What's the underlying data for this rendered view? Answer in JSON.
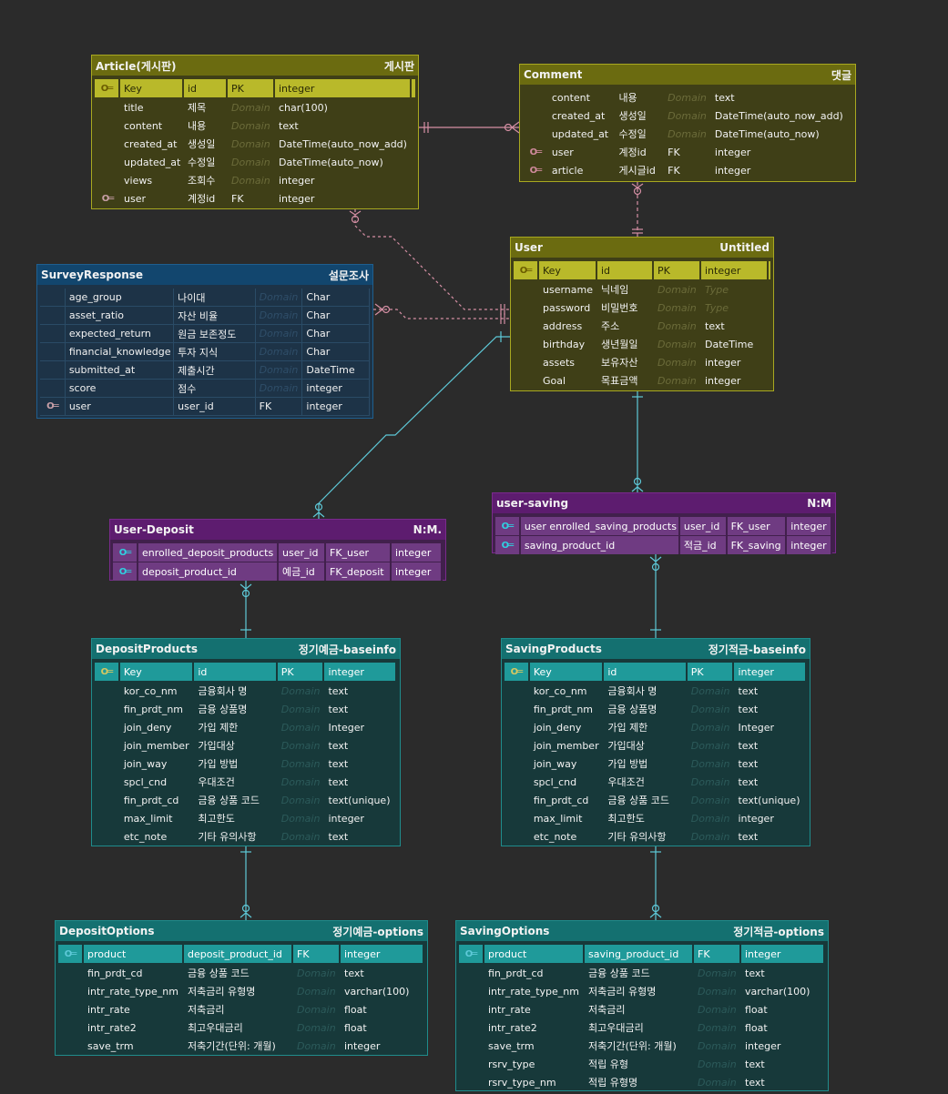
{
  "colors": {
    "olive_head": "#6b6b10",
    "olive_body": "#3f3f17",
    "olive_border": "#a8a820",
    "olive_key": "#b9b92a",
    "blue_head": "#12466e",
    "blue_body": "#1d3347",
    "blue_border": "#1f5f8f",
    "purple_head": "#5d1c6f",
    "purple_body": "#41204c",
    "purple_key": "#6f3b82",
    "purple_border": "#7a2a8c",
    "teal_head": "#147070",
    "teal_body": "#17393a",
    "teal_key": "#1f9a9a",
    "teal_border": "#1f8c8c",
    "link_pink": "#d58fa4",
    "link_cyan": "#5ec9d8"
  },
  "tables": {
    "article": {
      "name": "Article(게시판)",
      "note": "게시판",
      "rows": [
        {
          "icon": "key-icon",
          "key": true,
          "cells": [
            "Key",
            "id",
            "PK",
            "integer"
          ]
        },
        {
          "icon": "",
          "cells": [
            "title",
            "제목",
            "Domain",
            "char(100)"
          ]
        },
        {
          "icon": "",
          "cells": [
            "content",
            "내용",
            "Domain",
            "text"
          ]
        },
        {
          "icon": "",
          "cells": [
            "created_at",
            "생성일",
            "Domain",
            "DateTime(auto_now_add)"
          ]
        },
        {
          "icon": "",
          "cells": [
            "updated_at",
            "수정일",
            "Domain",
            "DateTime(auto_now)"
          ]
        },
        {
          "icon": "",
          "cells": [
            "views",
            "조회수",
            "Domain",
            "integer"
          ]
        },
        {
          "icon": "fk-key-icon",
          "cells": [
            "user",
            "계정id",
            "FK",
            "integer"
          ]
        }
      ]
    },
    "comment": {
      "name": "Comment",
      "note": "댓글",
      "rows": [
        {
          "icon": "",
          "cells": [
            "content",
            "내용",
            "Domain",
            "text"
          ]
        },
        {
          "icon": "",
          "cells": [
            "created_at",
            "생성일",
            "Domain",
            "DateTime(auto_now_add)"
          ]
        },
        {
          "icon": "",
          "cells": [
            "updated_at",
            "수정일",
            "Domain",
            "DateTime(auto_now)"
          ]
        },
        {
          "icon": "fk-key-icon",
          "cells": [
            "user",
            "계정id",
            "FK",
            "integer"
          ]
        },
        {
          "icon": "fk-key-icon",
          "cells": [
            "article",
            "게시글id",
            "FK",
            "integer"
          ]
        }
      ]
    },
    "user": {
      "name": "User",
      "note": "Untitled",
      "rows": [
        {
          "icon": "key-icon",
          "key": true,
          "cells": [
            "Key",
            "id",
            "PK",
            "integer"
          ]
        },
        {
          "icon": "",
          "cells": [
            "username",
            "닉네임",
            "Domain",
            "Type"
          ]
        },
        {
          "icon": "",
          "cells": [
            "password",
            "비밀번호",
            "Domain",
            "Type"
          ]
        },
        {
          "icon": "",
          "cells": [
            "address",
            "주소",
            "Domain",
            "text"
          ]
        },
        {
          "icon": "",
          "cells": [
            "birthday",
            "생년월일",
            "Domain",
            "DateTime"
          ]
        },
        {
          "icon": "",
          "cells": [
            "assets",
            "보유자산",
            "Domain",
            "integer"
          ]
        },
        {
          "icon": "",
          "cells": [
            "Goal",
            "목표금액",
            "Domain",
            "integer"
          ]
        }
      ]
    },
    "survey": {
      "name": "SurveyResponse",
      "note": "설문조사",
      "rows": [
        {
          "icon": "",
          "cells": [
            "age_group",
            "나이대",
            "Domain",
            "Char"
          ]
        },
        {
          "icon": "",
          "cells": [
            "asset_ratio",
            "자산 비율",
            "Domain",
            "Char"
          ]
        },
        {
          "icon": "",
          "cells": [
            "expected_return",
            "원금 보존정도",
            "Domain",
            "Char"
          ]
        },
        {
          "icon": "",
          "cells": [
            "financial_knowledge",
            "투자 지식",
            "Domain",
            "Char"
          ]
        },
        {
          "icon": "",
          "cells": [
            "submitted_at",
            "제출시간",
            "Domain",
            "DateTime"
          ]
        },
        {
          "icon": "",
          "cells": [
            "score",
            "점수",
            "Domain",
            "integer"
          ]
        },
        {
          "icon": "fk-key-icon",
          "cells": [
            "user",
            "user_id",
            "FK",
            "integer"
          ]
        }
      ]
    },
    "user_deposit": {
      "name": "User-Deposit",
      "note": "N:M.",
      "rows": [
        {
          "icon": "fk-key-icon",
          "key": true,
          "cells": [
            "enrolled_deposit_products",
            "user_id",
            "FK_user",
            "integer"
          ]
        },
        {
          "icon": "fk-key-icon",
          "key": true,
          "cells": [
            "deposit_product_id",
            "예금_id",
            "FK_deposit",
            "integer"
          ]
        }
      ]
    },
    "user_saving": {
      "name": "user-saving",
      "note": "N:M",
      "rows": [
        {
          "icon": "fk-key-icon",
          "key": true,
          "cells": [
            "user enrolled_saving_products",
            "user_id",
            "FK_user",
            "integer"
          ]
        },
        {
          "icon": "fk-key-icon",
          "key": true,
          "cells": [
            "saving_product_id",
            "적금_id",
            "FK_saving",
            "integer"
          ]
        }
      ]
    },
    "deposit_products": {
      "name": "DepositProducts",
      "note": "정기예금-baseinfo",
      "rows": [
        {
          "icon": "key-icon",
          "key": true,
          "cells": [
            "Key",
            "id",
            "PK",
            "integer"
          ]
        },
        {
          "icon": "",
          "cells": [
            "kor_co_nm",
            "금융회사 명",
            "Domain",
            "text"
          ]
        },
        {
          "icon": "",
          "cells": [
            "fin_prdt_nm",
            "금융 상품명",
            "Domain",
            "text"
          ]
        },
        {
          "icon": "",
          "cells": [
            "join_deny",
            "가입 제한",
            "Domain",
            "Integer"
          ]
        },
        {
          "icon": "",
          "cells": [
            "join_member",
            "가입대상",
            "Domain",
            "text"
          ]
        },
        {
          "icon": "",
          "cells": [
            "join_way",
            "가입 방법",
            "Domain",
            "text"
          ]
        },
        {
          "icon": "",
          "cells": [
            "spcl_cnd",
            "우대조건",
            "Domain",
            "text"
          ]
        },
        {
          "icon": "",
          "cells": [
            "fin_prdt_cd",
            "금융 상품 코드",
            "Domain",
            "text(unique)"
          ]
        },
        {
          "icon": "",
          "cells": [
            "max_limit",
            "최고한도",
            "Domain",
            "integer"
          ]
        },
        {
          "icon": "",
          "cells": [
            "etc_note",
            "기타 유의사항",
            "Domain",
            "text"
          ]
        }
      ]
    },
    "saving_products": {
      "name": "SavingProducts",
      "note": "정기적금-baseinfo",
      "rows": [
        {
          "icon": "key-icon",
          "key": true,
          "cells": [
            "Key",
            "id",
            "PK",
            "integer"
          ]
        },
        {
          "icon": "",
          "cells": [
            "kor_co_nm",
            "금융회사 명",
            "Domain",
            "text"
          ]
        },
        {
          "icon": "",
          "cells": [
            "fin_prdt_nm",
            "금융 상품명",
            "Domain",
            "text"
          ]
        },
        {
          "icon": "",
          "cells": [
            "join_deny",
            "가입 제한",
            "Domain",
            "Integer"
          ]
        },
        {
          "icon": "",
          "cells": [
            "join_member",
            "가입대상",
            "Domain",
            "text"
          ]
        },
        {
          "icon": "",
          "cells": [
            "join_way",
            "가입 방법",
            "Domain",
            "text"
          ]
        },
        {
          "icon": "",
          "cells": [
            "spcl_cnd",
            "우대조건",
            "Domain",
            "text"
          ]
        },
        {
          "icon": "",
          "cells": [
            "fin_prdt_cd",
            "금융 상품 코드",
            "Domain",
            "text(unique)"
          ]
        },
        {
          "icon": "",
          "cells": [
            "max_limit",
            "최고한도",
            "Domain",
            "integer"
          ]
        },
        {
          "icon": "",
          "cells": [
            "etc_note",
            "기타 유의사항",
            "Domain",
            "text"
          ]
        }
      ]
    },
    "deposit_options": {
      "name": "DepositOptions",
      "note": "정기예금-options",
      "rows": [
        {
          "icon": "key-icon",
          "key": true,
          "cells": [
            "product",
            "deposit_product_id",
            "FK",
            "integer"
          ]
        },
        {
          "icon": "",
          "cells": [
            "fin_prdt_cd",
            "금융 상품 코드",
            "Domain",
            "text"
          ]
        },
        {
          "icon": "",
          "cells": [
            "intr_rate_type_nm",
            "저축금리 유형명",
            "Domain",
            "varchar(100)"
          ]
        },
        {
          "icon": "",
          "cells": [
            "intr_rate",
            "저축금리",
            "Domain",
            "float"
          ]
        },
        {
          "icon": "",
          "cells": [
            "intr_rate2",
            "최고우대금리",
            "Domain",
            "float"
          ]
        },
        {
          "icon": "",
          "cells": [
            "save_trm",
            "저축기간(단위: 개월)",
            "Domain",
            "integer"
          ]
        }
      ]
    },
    "saving_options": {
      "name": "SavingOptions",
      "note": "정기적금-options",
      "rows": [
        {
          "icon": "key-icon",
          "key": true,
          "cells": [
            "product",
            "saving_product_id",
            "FK",
            "integer"
          ]
        },
        {
          "icon": "",
          "cells": [
            "fin_prdt_cd",
            "금융 상품 코드",
            "Domain",
            "text"
          ]
        },
        {
          "icon": "",
          "cells": [
            "intr_rate_type_nm",
            "저축금리 유형명",
            "Domain",
            "varchar(100)"
          ]
        },
        {
          "icon": "",
          "cells": [
            "intr_rate",
            "저축금리",
            "Domain",
            "float"
          ]
        },
        {
          "icon": "",
          "cells": [
            "intr_rate2",
            "최고우대금리",
            "Domain",
            "float"
          ]
        },
        {
          "icon": "",
          "cells": [
            "save_trm",
            "저축기간(단위: 개월)",
            "Domain",
            "integer"
          ]
        },
        {
          "icon": "",
          "cells": [
            "rsrv_type",
            "적립 유형",
            "Domain",
            "text"
          ]
        },
        {
          "icon": "",
          "cells": [
            "rsrv_type_nm",
            "적립 유형명",
            "Domain",
            "text"
          ]
        }
      ]
    }
  }
}
